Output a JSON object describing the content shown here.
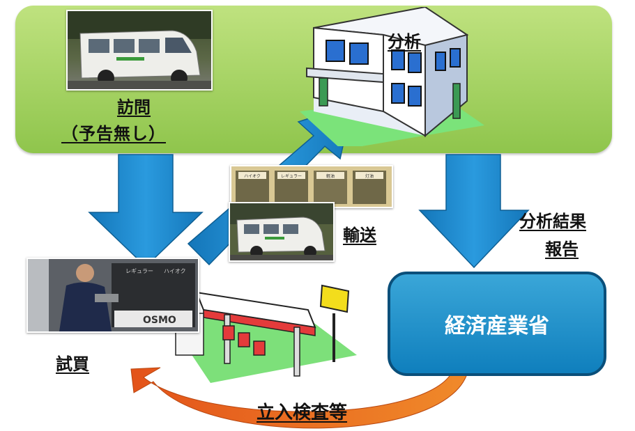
{
  "labels": {
    "visit_line1": "訪問",
    "visit_line2": "（予告無し）",
    "analysis": "分析",
    "transport": "輸送",
    "report_line1": "分析結果",
    "report_line2": "報告",
    "purchase": "試買",
    "inspection": "立入検査等",
    "ministry": "経済産業省"
  },
  "photo_texts": {
    "sample_tags": [
      "ハイオク",
      "レギュラー",
      "軽油",
      "灯油"
    ],
    "pump_texts": [
      "OSMO",
      "レギュラー",
      "ハイオク"
    ]
  },
  "colors": {
    "band": "#9ccf5a",
    "arrow_blue": "#1f8fd2",
    "ministry_blue": "#1a8fcf",
    "arrow_orange": "#e8651a"
  }
}
